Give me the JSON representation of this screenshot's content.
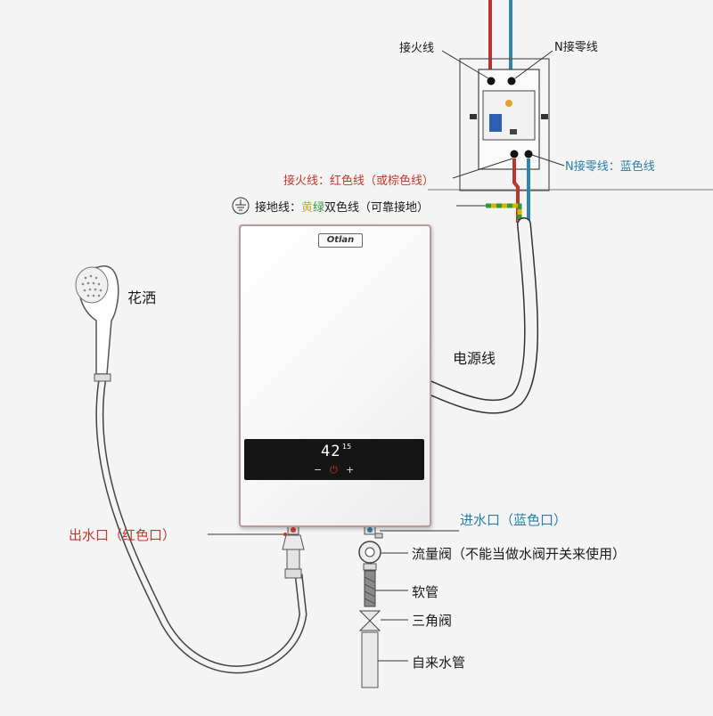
{
  "brand": "Otlan",
  "display": {
    "temperature": "42",
    "superscript": "15",
    "minus": "−",
    "plus": "+"
  },
  "labels": {
    "live_wire_top": "接火线",
    "neutral_wire_top": "N接零线",
    "live_wire_color": {
      "prefix": "接火线：",
      "color": "红色线（或棕色线）"
    },
    "neutral_wire_color": "N接零线：蓝色线",
    "ground_wire": {
      "prefix": "接地线：",
      "yellow": "黄",
      "green": "绿",
      "suffix": "双色线（可靠接地）"
    },
    "shower_head": "花洒",
    "power_cord": "电源线",
    "outlet": "出水口（红色口）",
    "inlet": "进水口（蓝色口）",
    "flow_valve": "流量阀（不能当做水阀开关来使用）",
    "hose": "软管",
    "angle_valve": "三角阀",
    "tap_water_pipe": "自来水管"
  },
  "colors": {
    "live": "#c0392b",
    "neutral": "#2b7fa6",
    "ground_yellow": "#d8b400",
    "ground_green": "#2e9a3c"
  }
}
